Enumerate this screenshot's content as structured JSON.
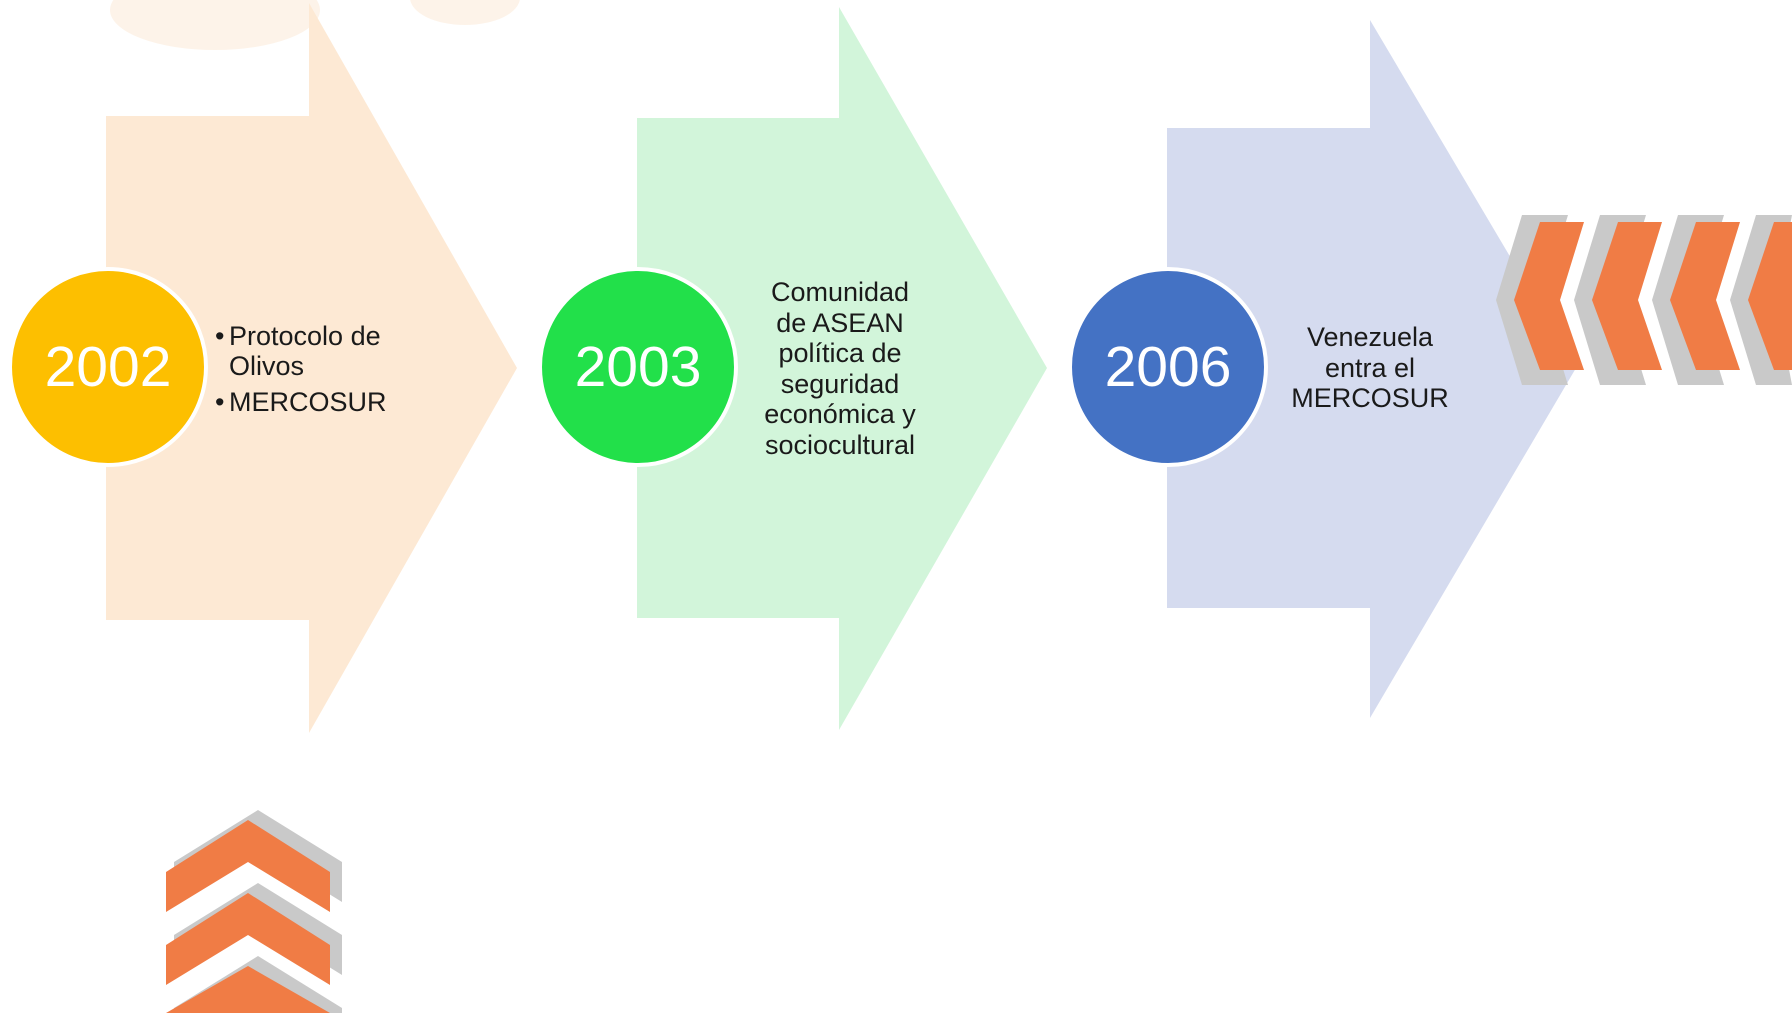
{
  "colors": {
    "arrow_1": "#fde9d4",
    "arrow_2": "#d2f5da",
    "arrow_3": "#d5dbef",
    "circle_1": "#fdbf00",
    "circle_2": "#22e04a",
    "circle_3": "#4472c4",
    "chevron_orange": "#f07c45",
    "chevron_shadow": "#c9c9c9"
  },
  "timeline": [
    {
      "year": "2002",
      "items": [
        "Protocolo de Olivos",
        "MERCOSUR"
      ]
    },
    {
      "year": "2003",
      "text": "Comunidad\nde ASEAN\npolítica de\nseguridad\neconómica y\nsociocultural"
    },
    {
      "year": "2006",
      "text": "Venezuela\nentra el\nMERCOSUR"
    }
  ],
  "decorations": {
    "chevrons_left_icon": "chevrons-left-icon",
    "chevrons_up_icon": "chevrons-up-icon"
  }
}
